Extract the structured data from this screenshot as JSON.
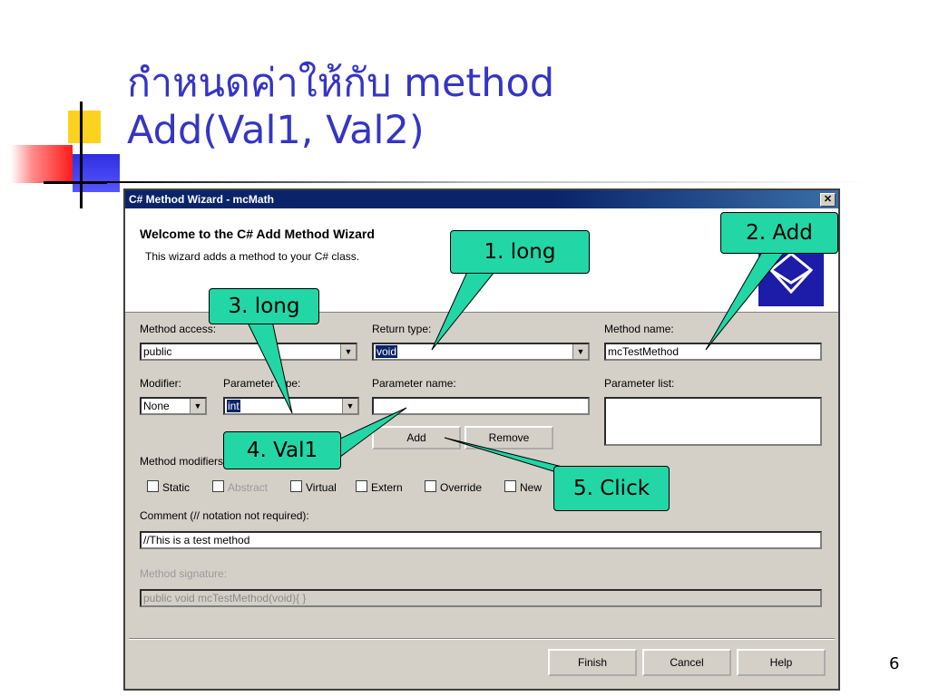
{
  "slide": {
    "title_line1": "กำหนดค่าให้กับ method",
    "title_line2": "Add(Val1, Val2)",
    "page_number": "6"
  },
  "dialog": {
    "title": "C# Method Wizard - mcMath",
    "close_glyph": "✕",
    "welcome_title": "Welcome to the C# Add Method Wizard",
    "welcome_subtitle": "This wizard adds a method to your C# class.",
    "method_access_label": "Method access:",
    "method_access_value": "public",
    "return_type_label": "Return type:",
    "return_type_value": "void",
    "method_name_label": "Method name:",
    "method_name_value": "mcTestMethod",
    "modifier_label": "Modifier:",
    "modifier_value": "None",
    "parameter_type_label": "Parameter type:",
    "parameter_type_value": "int",
    "parameter_name_label": "Parameter name:",
    "parameter_name_value": "",
    "parameter_list_label": "Parameter list:",
    "add_button": "Add",
    "remove_button": "Remove",
    "method_modifiers_label": "Method modifiers:",
    "checkboxes": {
      "static": "Static",
      "abstract": "Abstract",
      "virtual": "Virtual",
      "extern": "Extern",
      "override": "Override",
      "new": "New"
    },
    "comment_label": "Comment (// notation not required):",
    "comment_value": "//This is a test method",
    "signature_label": "Method signature:",
    "signature_value": "public void mcTestMethod(void){          }",
    "finish_button": "Finish",
    "cancel_button": "Cancel",
    "help_button": "Help"
  },
  "callouts": {
    "c1": "1. long",
    "c2": "2. Add",
    "c3": "3. long",
    "c4": "4. Val1",
    "c5": "5. Click"
  },
  "colors": {
    "title_text": "#3535c5",
    "callout_fill": "#22d6a6",
    "dialog_face": "#d4d0c8",
    "titlebar": "#0a246a"
  }
}
